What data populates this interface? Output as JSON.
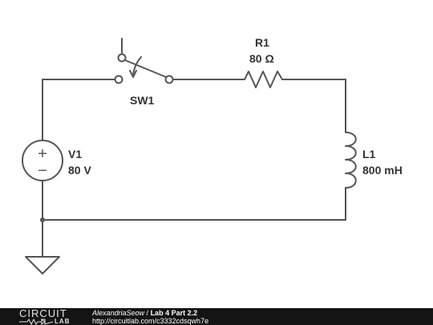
{
  "schematic": {
    "switch": {
      "name": "SW1"
    },
    "resistor": {
      "name": "R1",
      "value": "80 Ω"
    },
    "source": {
      "name": "V1",
      "value": "80 V",
      "plus": "+",
      "minus": "−"
    },
    "inductor": {
      "name": "L1",
      "value": "800 mH"
    },
    "wire_color": "#555555",
    "label_color": "#333333"
  },
  "footer": {
    "logo_top": "CIRCUIT",
    "logo_bottom": "LAB",
    "author": "AlexandriaSeow",
    "separator": " / ",
    "title": "Lab 4 Part 2.2",
    "url": "http://circuitlab.com/c3332cdsqwh7e",
    "background": "#141414"
  }
}
